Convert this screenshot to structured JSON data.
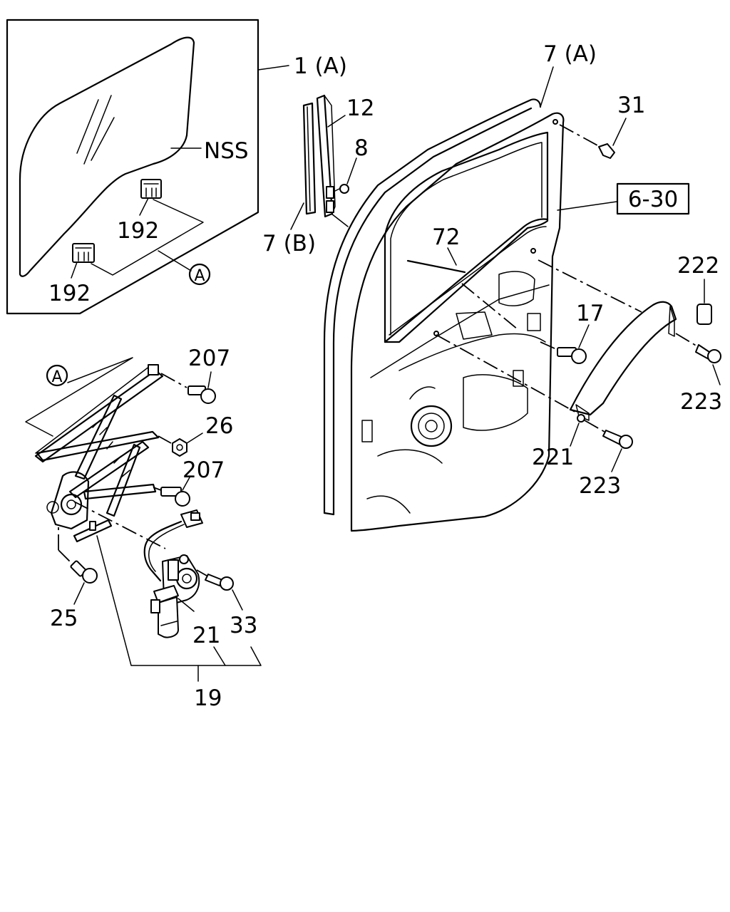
{
  "labels": {
    "glass": "1 (A)",
    "nss": "NSS",
    "clip_upper": "192",
    "clip_lower": "192",
    "ref_a1": "A",
    "ref_a2": "A",
    "weatherstrip_a": "7 (A)",
    "weatherstrip_b": "7 (B)",
    "channel": "12",
    "screw_8": "8",
    "clip_31": "31",
    "ref_box": "6-30",
    "seal_72": "72",
    "cap_222": "222",
    "bolt_17": "17",
    "screw_223_upper": "223",
    "washer_221": "221",
    "screw_223_lower": "223",
    "bolt_207_upper": "207",
    "nut_26": "26",
    "bolt_207_lower": "207",
    "bolt_25": "25",
    "screw_33": "33",
    "motor_21": "21",
    "regulator_19": "19"
  }
}
